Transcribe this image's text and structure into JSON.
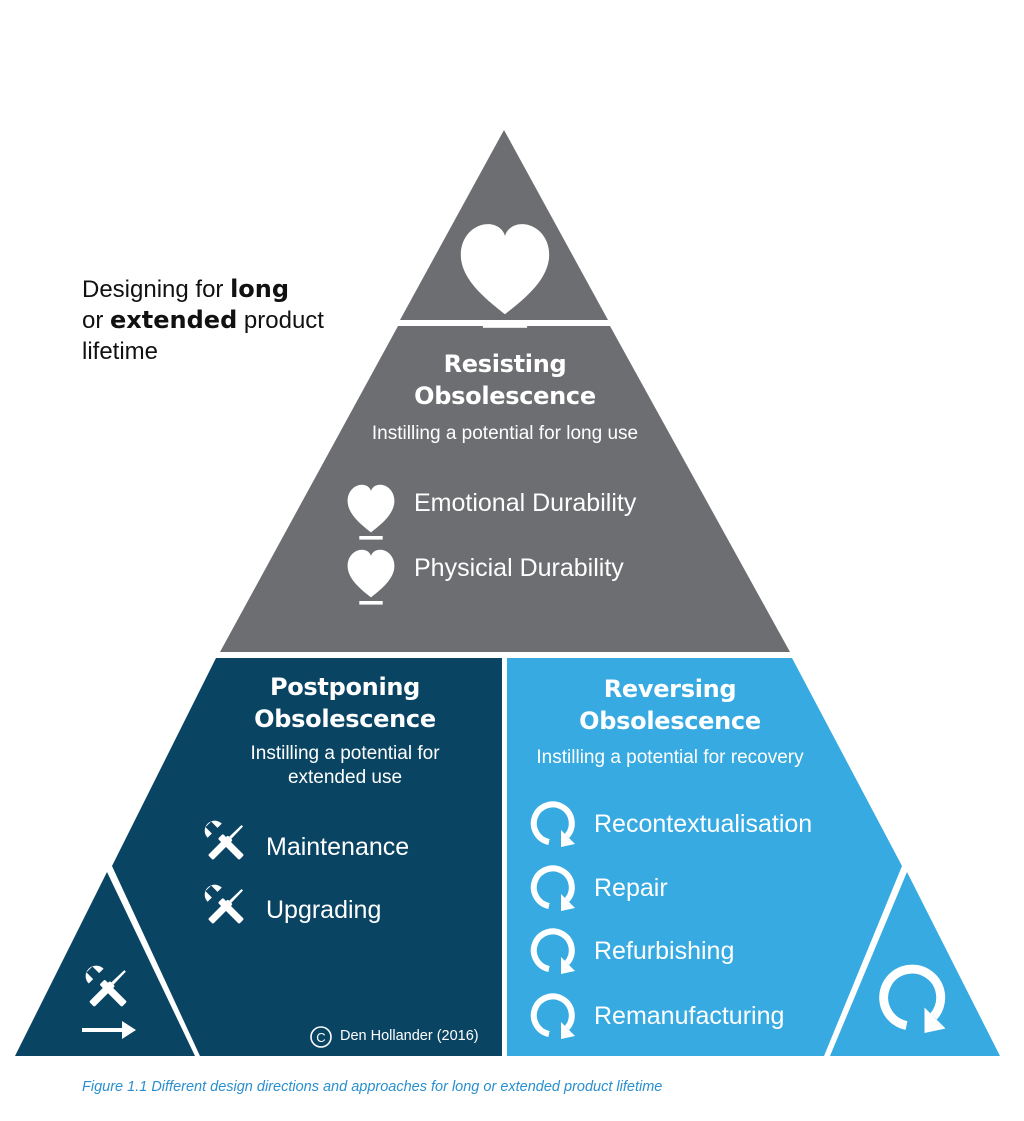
{
  "side_note": {
    "line1_pre": "Designing for ",
    "line1_bold": "long",
    "line2_pre": "or ",
    "line2_bold": "extended",
    "line2_post": " product",
    "line3": "lifetime"
  },
  "colors": {
    "grey": "#6d6e71",
    "navy": "#0a4463",
    "blue": "#36aae1",
    "caption": "#2a8fcf"
  },
  "icons": {
    "apex": "heart-on-stand-icon",
    "resisting": "heart-on-stand-icon",
    "postponing": "wrench-screwdriver-icon",
    "reversing": "circular-arrow-icon",
    "corner_left": "wrench-screwdriver-arrow-icon",
    "corner_right": "circular-arrow-icon"
  },
  "resisting": {
    "title_line1": "Resisting",
    "title_line2": "Obsolescence",
    "subtitle": "Instilling a potential for long use",
    "items": [
      "Emotional Durability",
      "Physicial Durability"
    ]
  },
  "postponing": {
    "title_line1": "Postponing",
    "title_line2": "Obsolescence",
    "subtitle_line1": "Instilling a potential for",
    "subtitle_line2": "extended use",
    "items": [
      "Maintenance",
      "Upgrading"
    ]
  },
  "reversing": {
    "title_line1": "Reversing",
    "title_line2": "Obsolescence",
    "subtitle": "Instilling a potential for recovery",
    "items": [
      "Recontextualisation",
      "Repair",
      "Refurbishing",
      "Remanufacturing"
    ]
  },
  "credit": {
    "symbol": "C",
    "text": "Den Hollander (2016)"
  },
  "caption": "Figure 1.1 Different design directions and approaches for long or extended product lifetime"
}
